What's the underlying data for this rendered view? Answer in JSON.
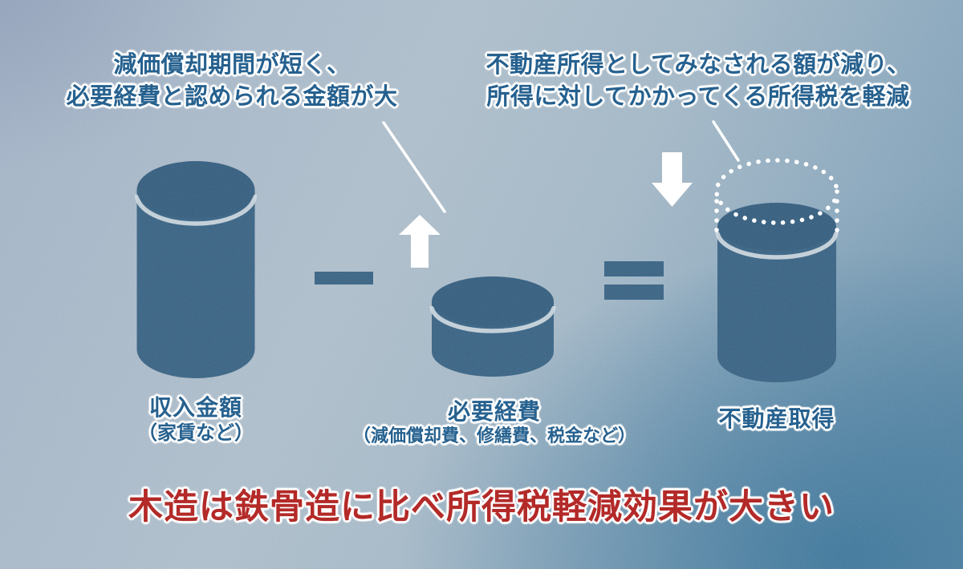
{
  "colors": {
    "cylinder_body": "#3b6383",
    "cylinder_cap": "#375e7e",
    "rim_highlight": "#cdd7de",
    "callout_text": "#26618f",
    "label_text": "#26618f",
    "heading_red": "#b32a28",
    "arrow_white": "#ffffff"
  },
  "callout_left": {
    "line1": "減価償却期間が短く、",
    "line2": "必要経費と認められる金額が大"
  },
  "callout_right": {
    "line1": "不動産所得としてみなされる額が減り、",
    "line2": "所得に対してかかってくる所得税を軽減"
  },
  "cylinders": {
    "income": {
      "label": "収入金額",
      "sublabel": "（家賃など）"
    },
    "expenses": {
      "label": "必要経費",
      "sublabel": "（減価償却費、修繕費、税金など）"
    },
    "acquisition": {
      "label": "不動産取得"
    }
  },
  "operators": {
    "minus": "−",
    "equals": "="
  },
  "heading": {
    "text": "木造は鉄骨造に比べ所得税軽減効果が大きい"
  }
}
